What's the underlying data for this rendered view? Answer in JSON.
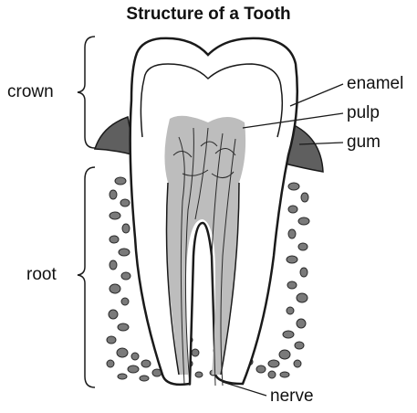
{
  "title": "Structure of a Tooth",
  "labels": {
    "crown": "crown",
    "root": "root",
    "enamel": "enamel",
    "pulp": "pulp",
    "gum": "gum",
    "nerve": "nerve"
  },
  "colors": {
    "outline": "#1a1a1a",
    "enamel": "#ffffff",
    "pulp": "#bdbdbd",
    "gum": "#5f5f5f",
    "bone_pebble": "#7a7a7a"
  }
}
